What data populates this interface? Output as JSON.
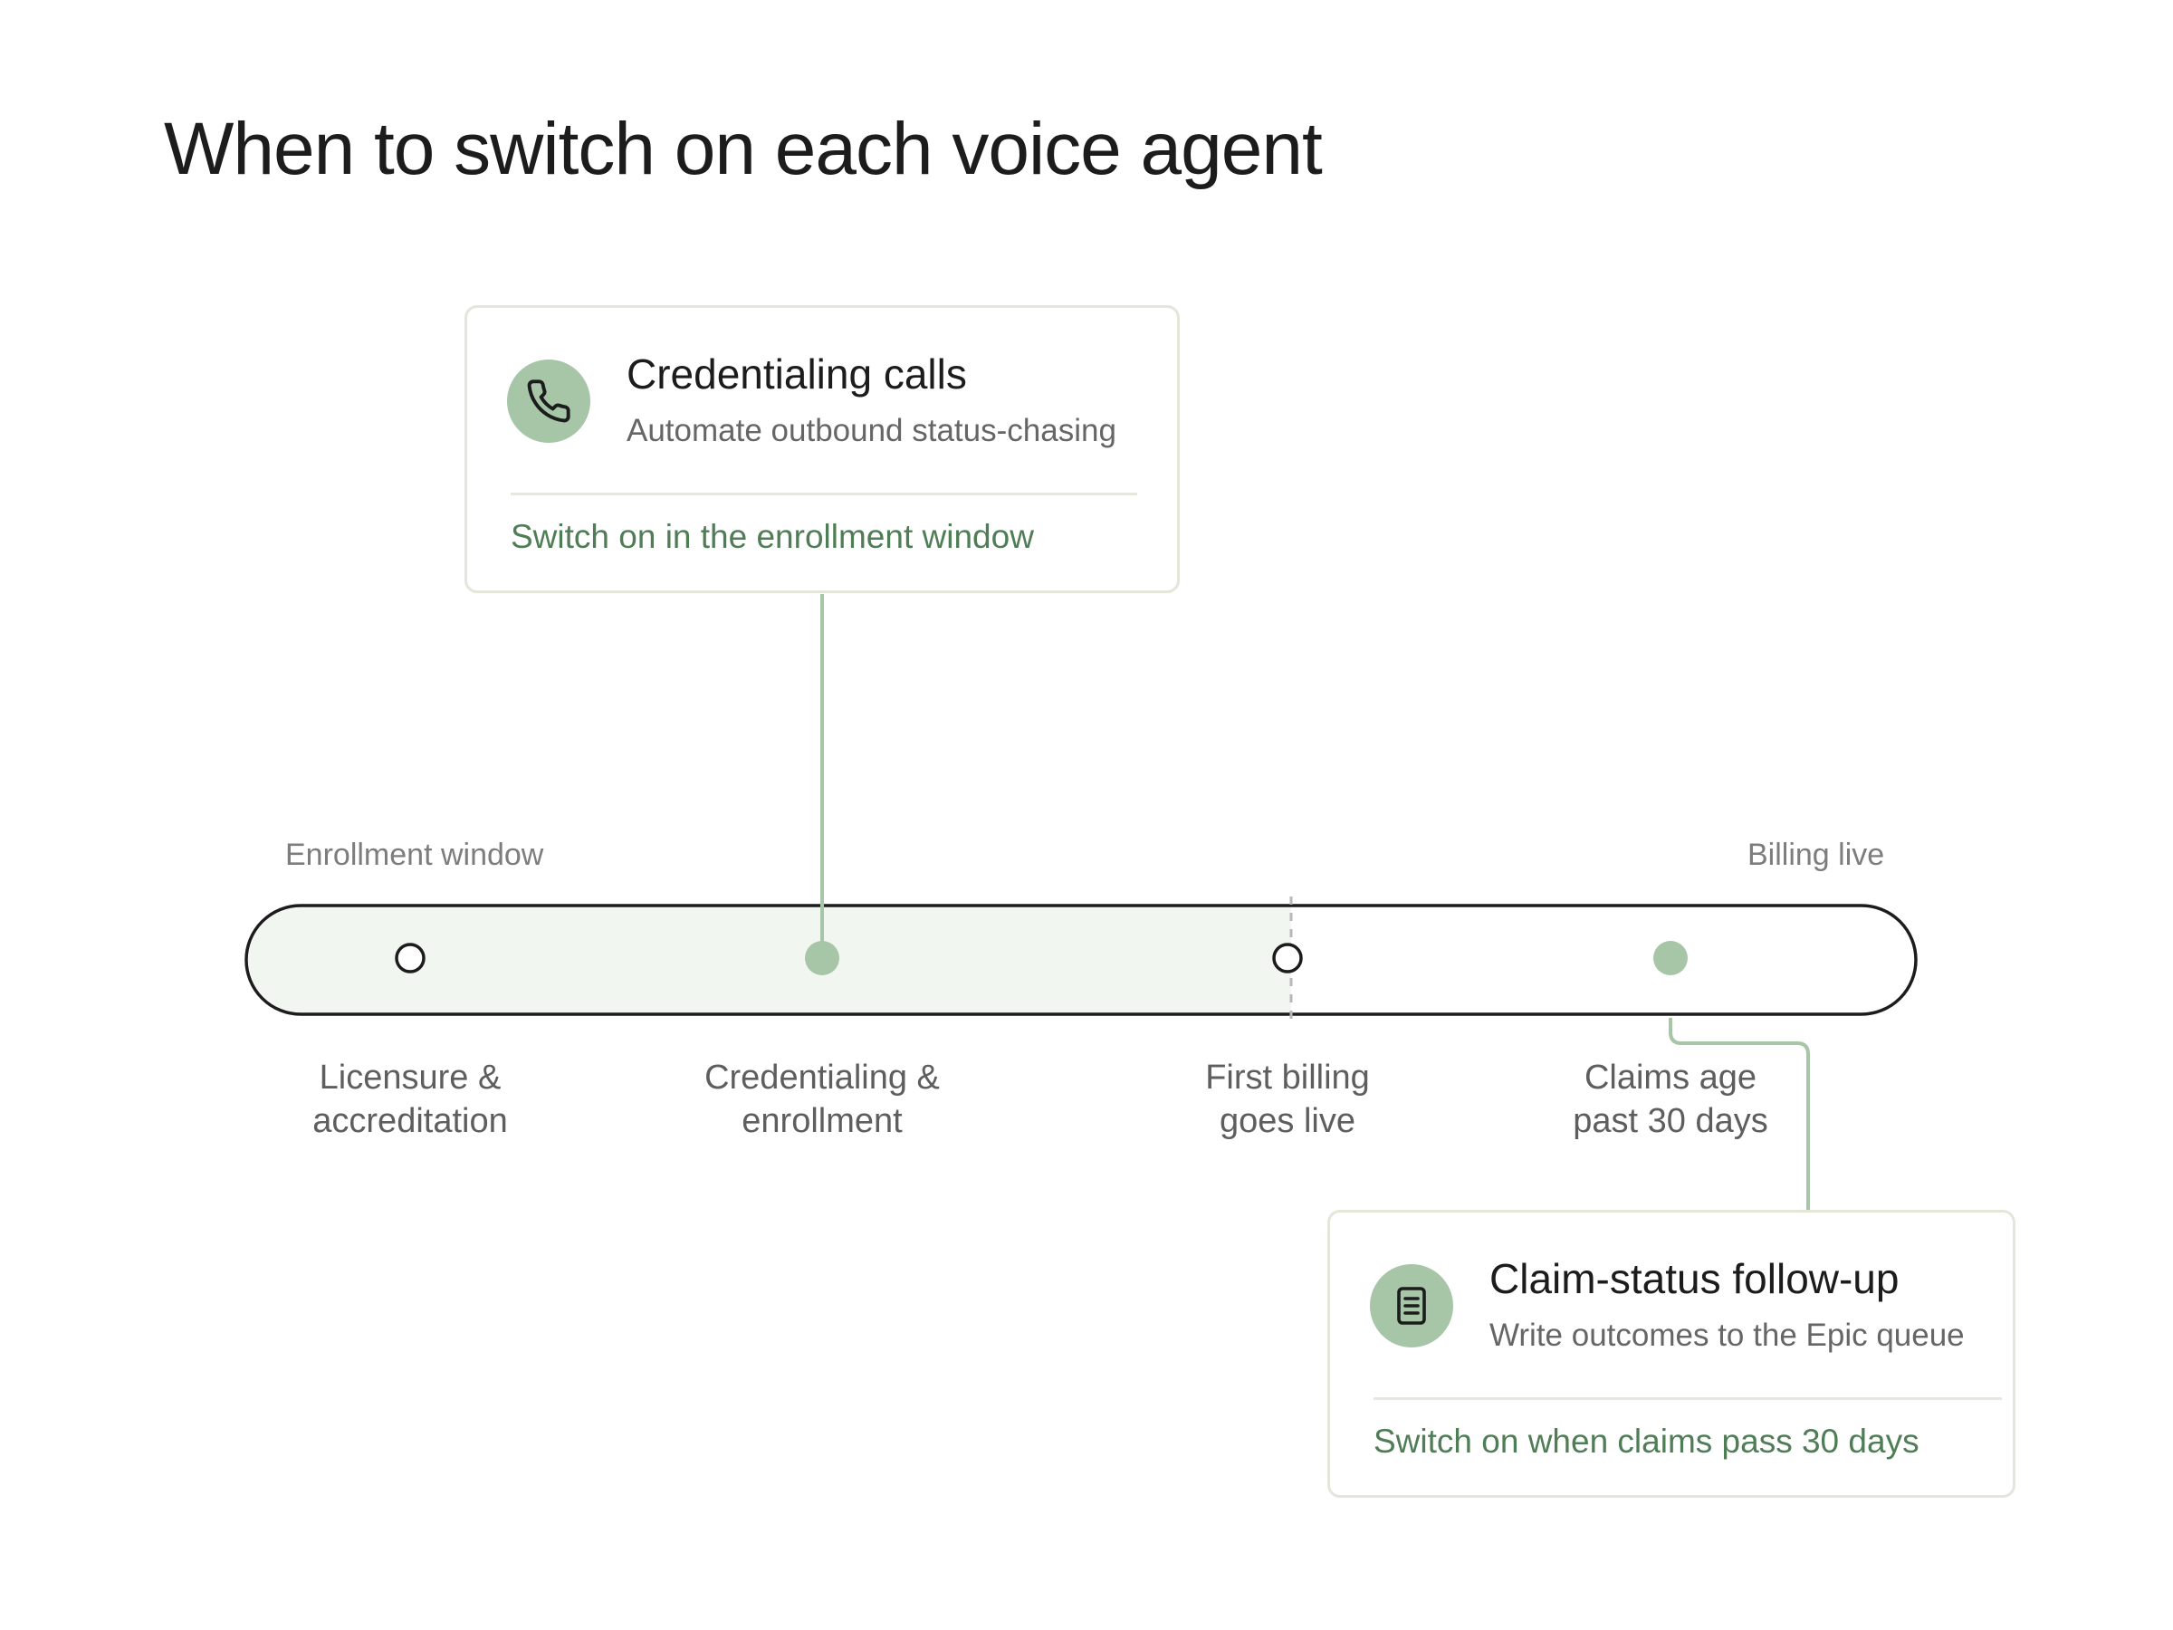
{
  "title": "When to switch on each voice agent",
  "phases": {
    "left": "Enrollment window",
    "right": "Billing live"
  },
  "milestones": [
    {
      "line1": "Licensure &",
      "line2": "accreditation",
      "style": "open"
    },
    {
      "line1": "Credentialing &",
      "line2": "enrollment",
      "style": "filled"
    },
    {
      "line1": "First billing",
      "line2": "goes live",
      "style": "open"
    },
    {
      "line1": "Claims age",
      "line2": "past 30 days",
      "style": "filled"
    }
  ],
  "cards": [
    {
      "title": "Credentialing calls",
      "subtitle": "Automate outbound status-chasing",
      "action": "Switch on in the enrollment window",
      "icon": "phone-icon"
    },
    {
      "title": "Claim-status follow-up",
      "subtitle": "Write outcomes to the Epic queue",
      "action": "Switch on when claims pass 30 days",
      "icon": "document-icon"
    }
  ],
  "colors": {
    "accent": "#a7c5a7",
    "accent_text": "#4f7d56",
    "track_fill": "#f2f6f1",
    "track_stroke": "#1c1c1c",
    "card_border": "#e4e6da"
  }
}
